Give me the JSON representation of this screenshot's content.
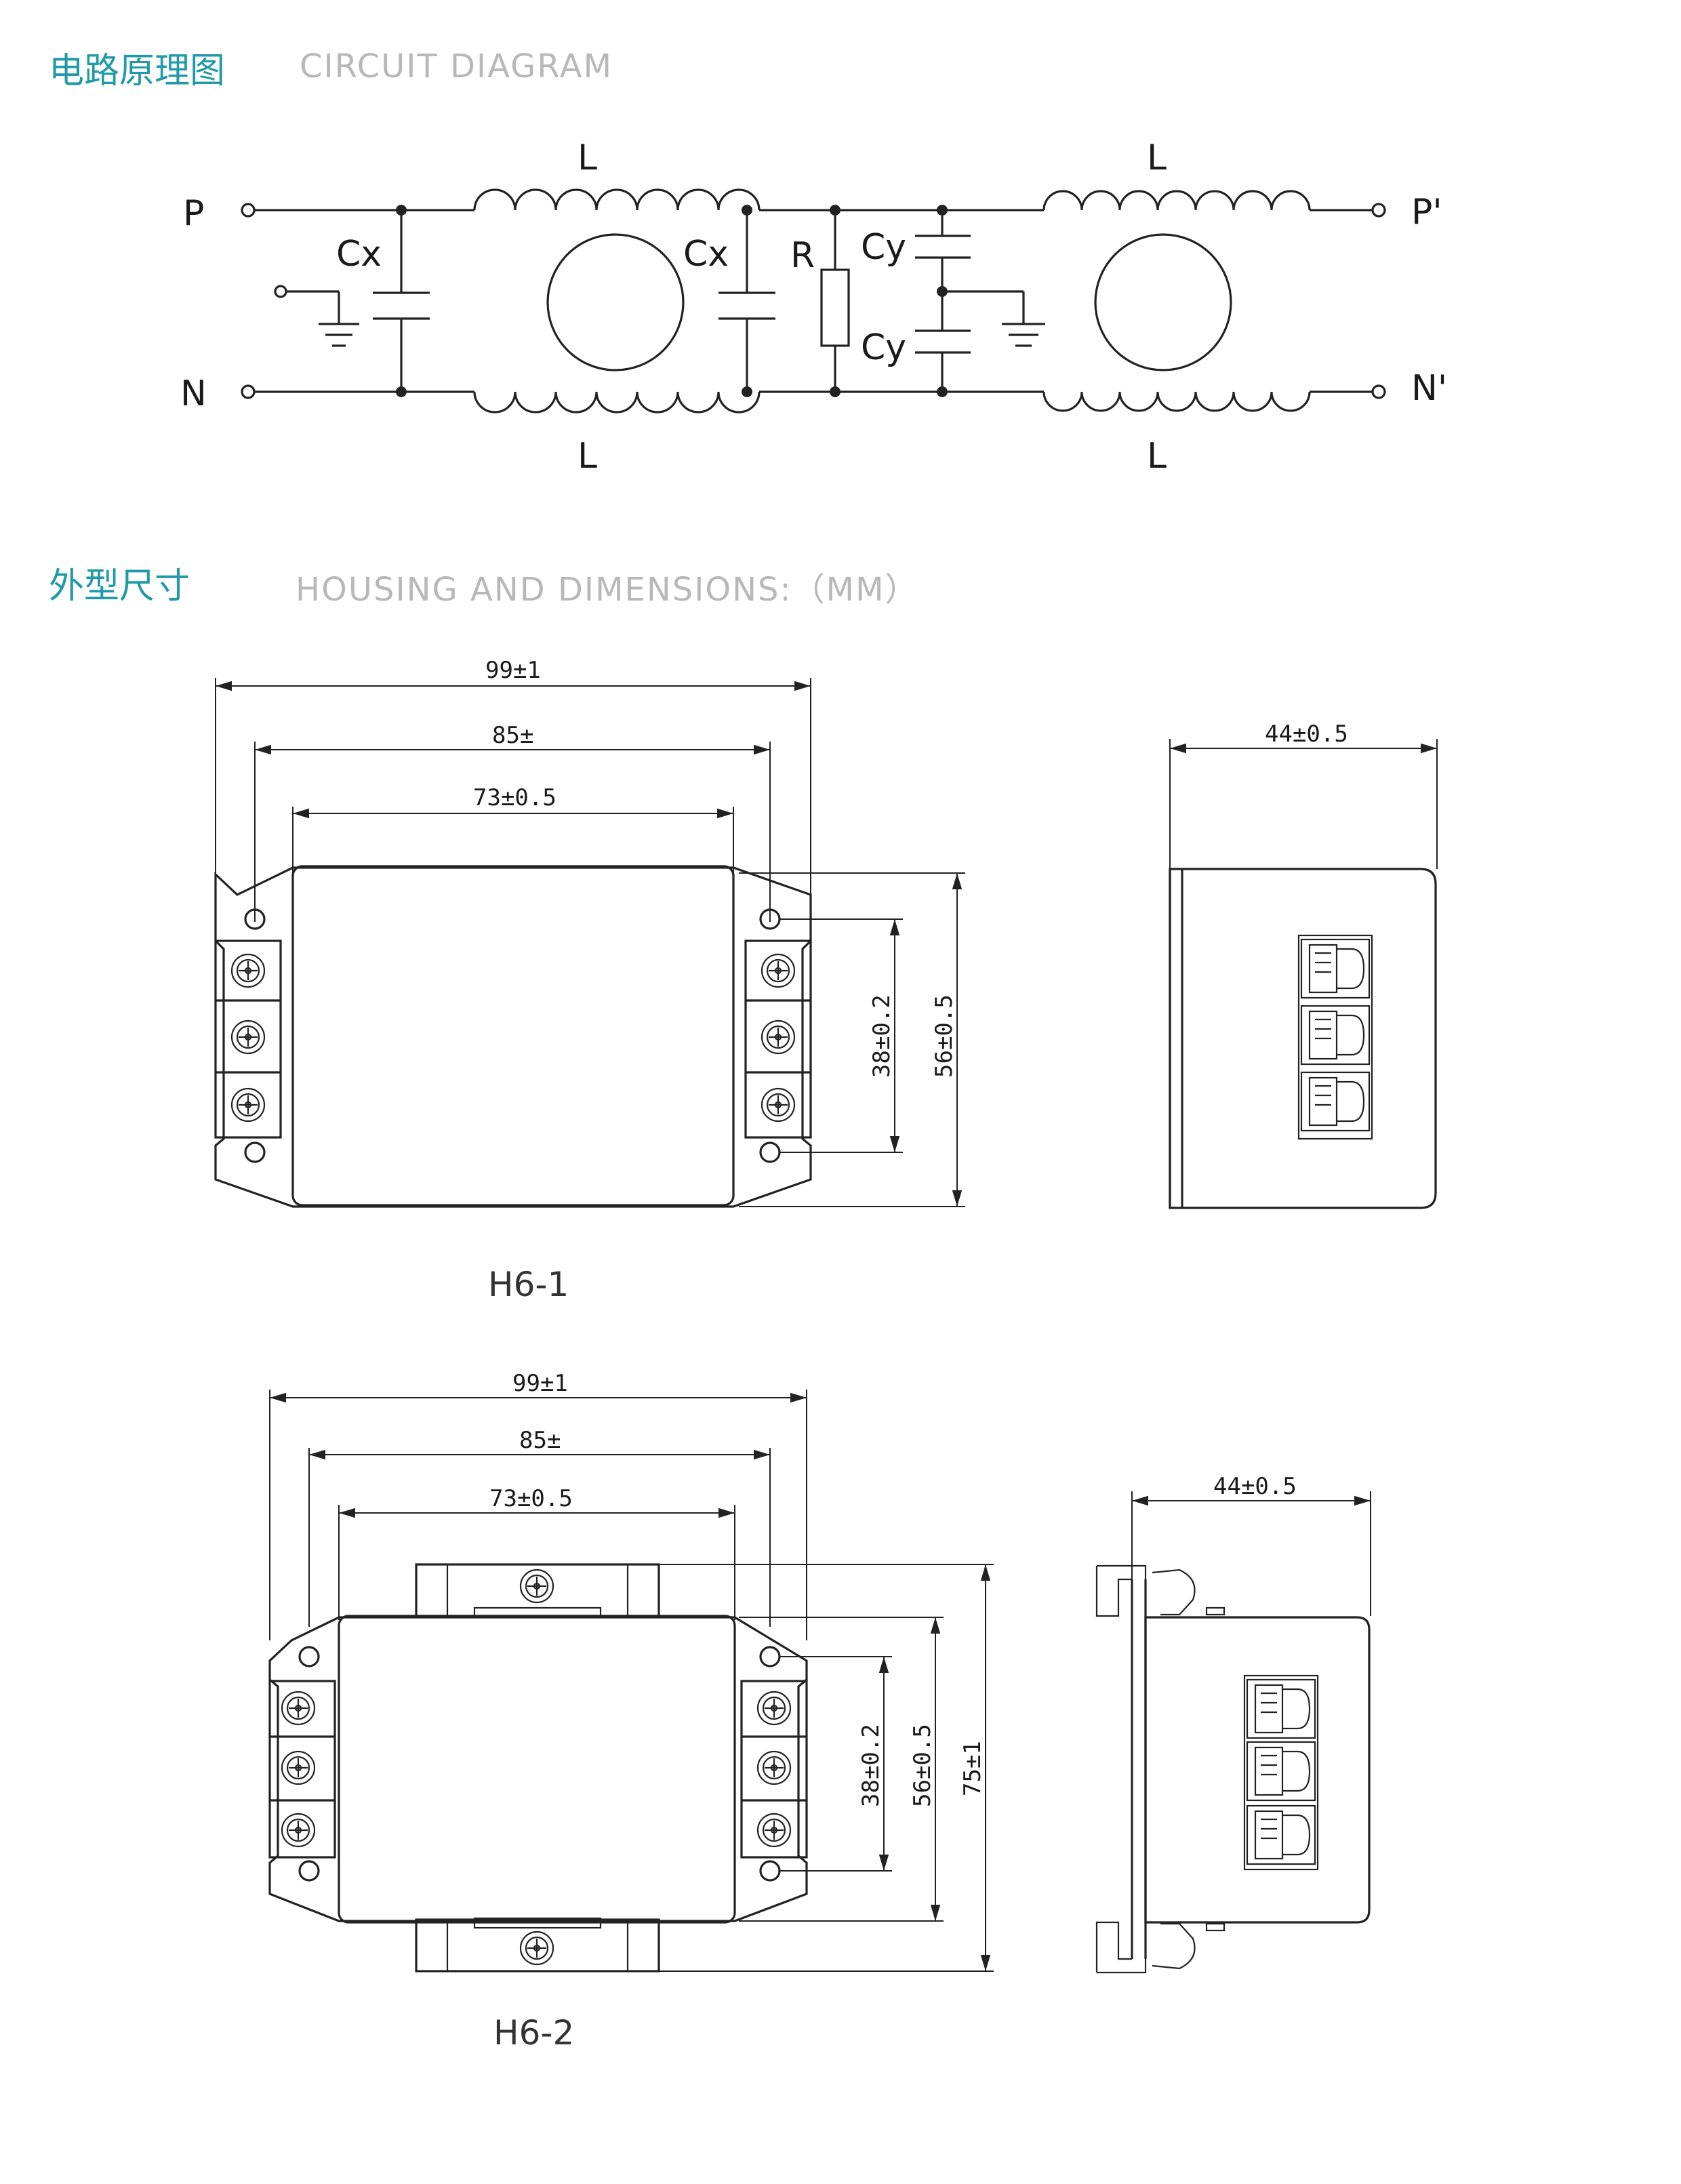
{
  "sections": {
    "circuit": {
      "title": "电路原理图",
      "subtitle": "CIRCUIT DIAGRAM"
    },
    "housing": {
      "title": "外型尺寸",
      "subtitle": "HOUSING AND DIMENSIONS:（MM）"
    }
  },
  "circuit": {
    "terminals": {
      "p_in": "P",
      "n_in": "N",
      "p_out": "P'",
      "n_out": "N'"
    },
    "components": {
      "inductor_top_left": "L",
      "inductor_bottom_left": "L",
      "inductor_top_right": "L",
      "inductor_bottom_right": "L",
      "cx_left": "Cx",
      "cx_mid": "Cx",
      "resistor": "R",
      "cy_top": "Cy",
      "cy_bottom": "Cy"
    }
  },
  "h6_1": {
    "model": "H6-1",
    "dims": {
      "overall_width": "99±1",
      "hole_spacing": "85±",
      "body_width": "73±0.5",
      "hole_vertical": "38±0.2",
      "height": "56±0.5",
      "depth": "44±0.5"
    }
  },
  "h6_2": {
    "model": "H6-2",
    "dims": {
      "overall_width": "99±1",
      "hole_spacing": "85±",
      "body_width": "73±0.5",
      "hole_vertical": "38±0.2",
      "height": "56±0.5",
      "total_height": "75±1",
      "depth": "44±0.5"
    }
  }
}
